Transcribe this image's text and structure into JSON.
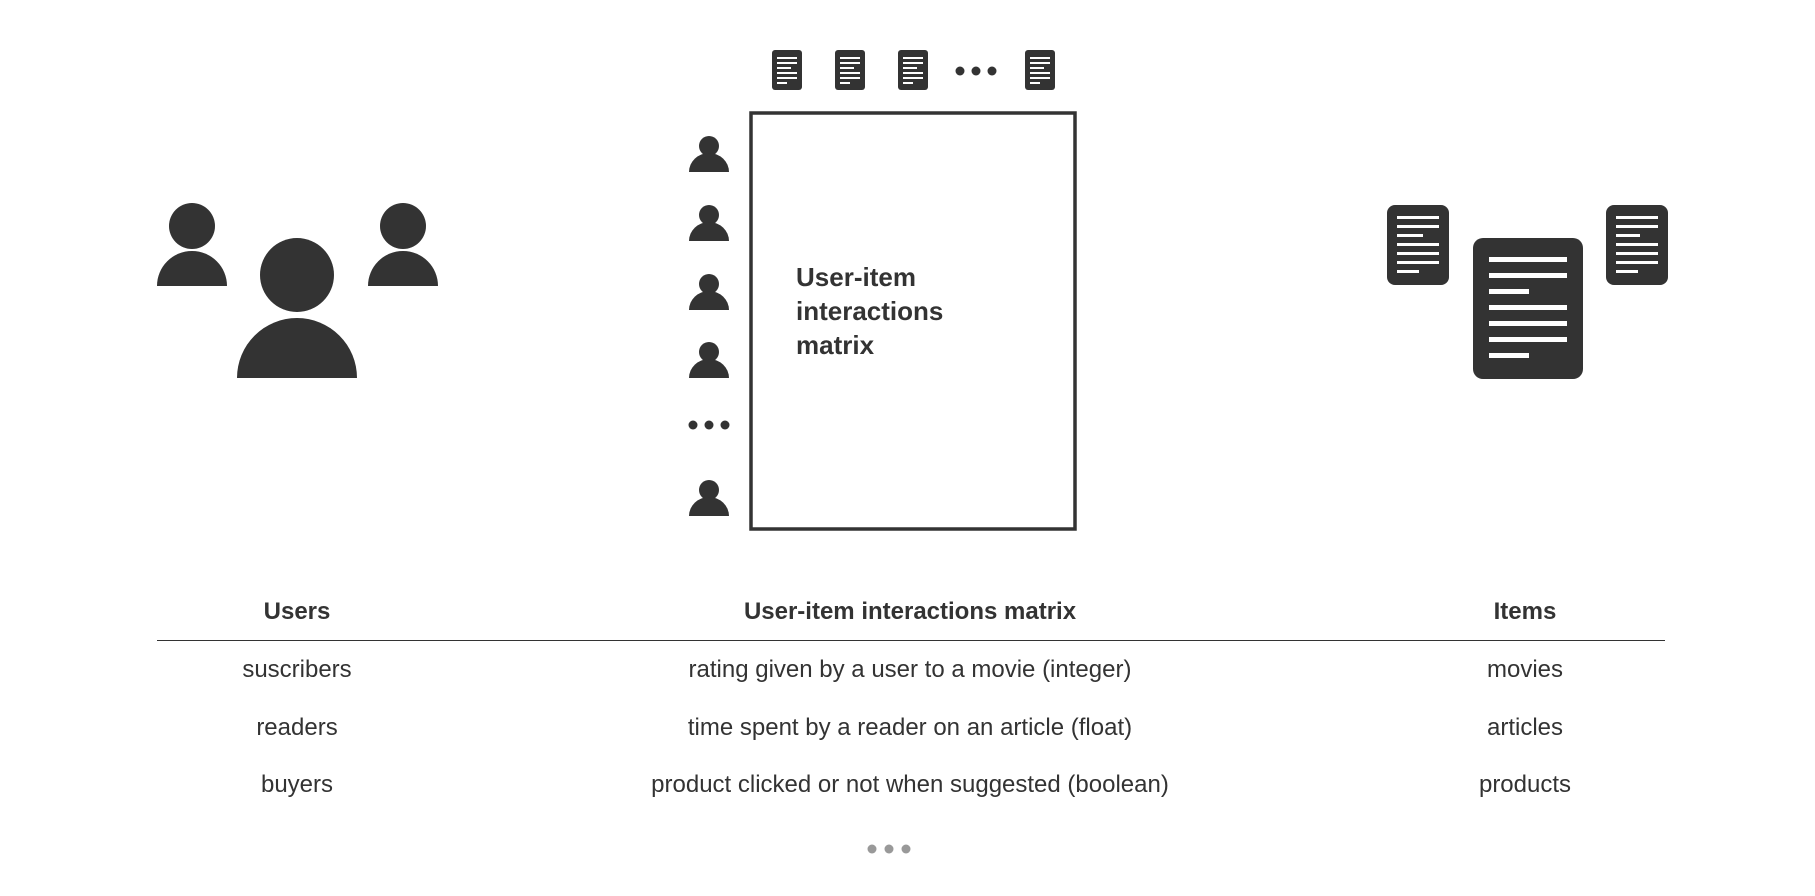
{
  "matrix_label": [
    "User-item",
    "interactions",
    "matrix"
  ],
  "table": {
    "headers": [
      "Users",
      "User-item interactions matrix",
      "Items"
    ],
    "rows": [
      [
        "suscribers",
        "rating given by a user to a movie (integer)",
        "movies"
      ],
      [
        "readers",
        "time spent by a reader on an article (float)",
        "articles"
      ],
      [
        "buyers",
        "product clicked or not when suggested (boolean)",
        "products"
      ]
    ]
  },
  "colors": {
    "icon": "#333333",
    "muted_dots": "#999999",
    "background": "#ffffff"
  },
  "icons": [
    "user-icon",
    "document-icon",
    "ellipsis-icon"
  ]
}
